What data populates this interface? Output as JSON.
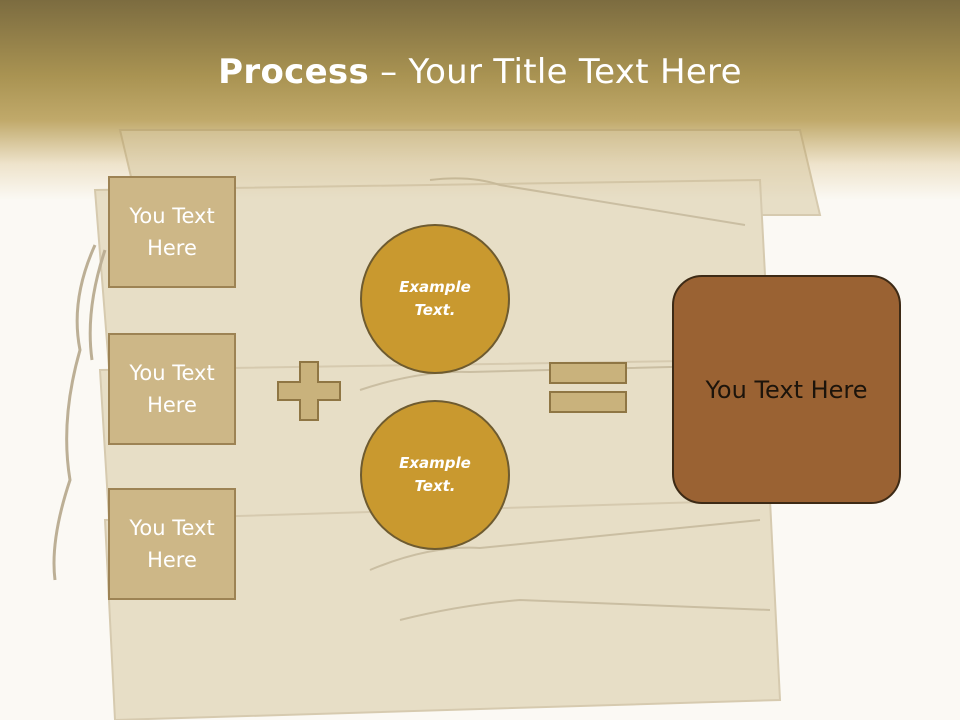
{
  "title": {
    "strong": "Process",
    "rest": " – Your Title Text Here"
  },
  "inputs": [
    {
      "label": "You Text Here"
    },
    {
      "label": "You Text Here"
    },
    {
      "label": "You Text Here"
    }
  ],
  "circles": [
    {
      "label": "Example Text."
    },
    {
      "label": "Example Text."
    }
  ],
  "result": {
    "label": "You Text Here"
  },
  "colors": {
    "header_dark": "#7c6c40",
    "header_gold": "#a99352",
    "box_fill": "#cdb787",
    "box_border": "#9d8354",
    "circle_fill": "#c9992f",
    "result_fill": "#9a6233",
    "result_border": "#3d2a15",
    "operator_fill": "#c9b27c"
  },
  "icons": [
    "plus-icon",
    "equals-icon"
  ]
}
